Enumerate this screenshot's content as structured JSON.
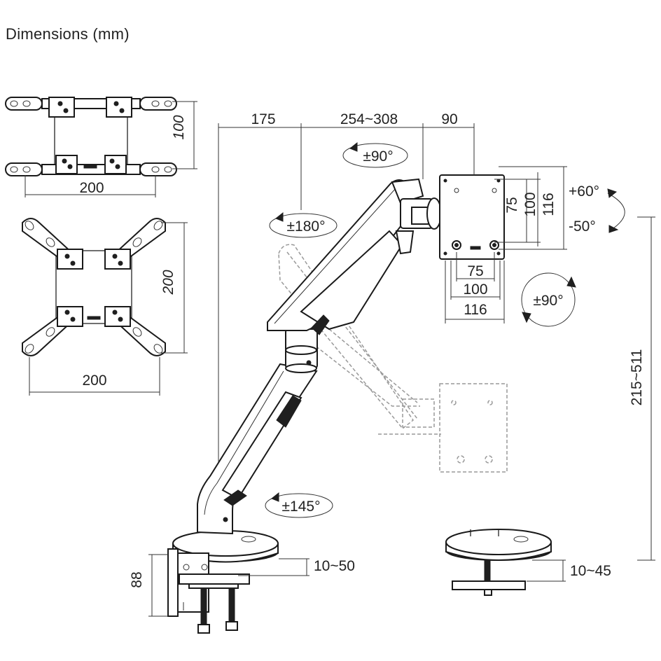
{
  "title": "Dimensions (mm)",
  "vesa_small": {
    "height": "100",
    "width": "200"
  },
  "vesa_large": {
    "height": "200",
    "width": "200"
  },
  "arm": {
    "depth_base": "175",
    "depth_range": "254~308",
    "depth_plate": "90",
    "height_range": "215~511",
    "clamp_height": "88",
    "clamp_range": "10~50",
    "grommet_range": "10~45"
  },
  "plate": {
    "v75": "75",
    "v100": "100",
    "v116": "116",
    "h75": "75",
    "h100": "100",
    "h116": "116"
  },
  "rotations": {
    "swivel_top": "±90°",
    "swivel_arm": "±180°",
    "swivel_base": "±145°",
    "rotate_plate": "±90°",
    "tilt_up": "+60°",
    "tilt_down": "-50°"
  }
}
